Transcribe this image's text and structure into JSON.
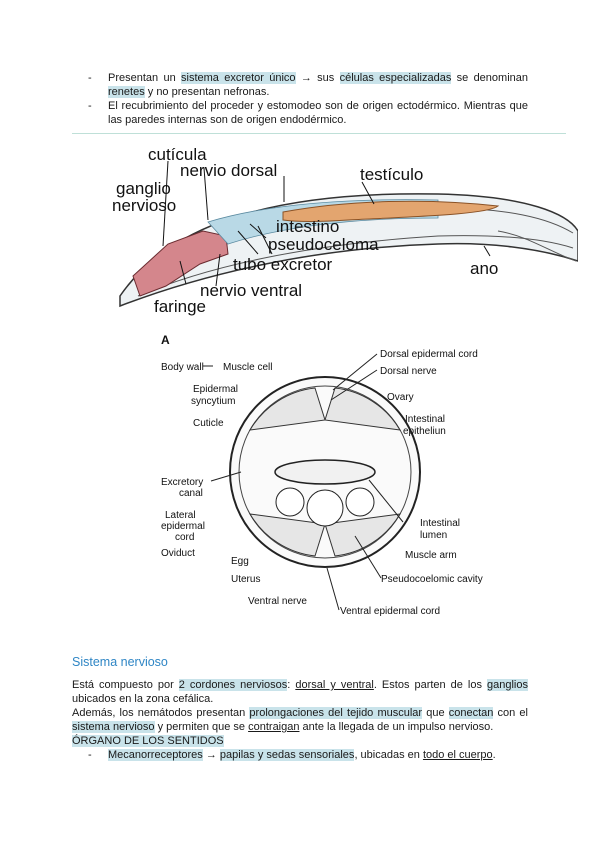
{
  "bullets_top": [
    {
      "parts": [
        {
          "t": "Presentan un ",
          "hl": false
        },
        {
          "t": "sistema excretor único",
          "hl": true
        },
        {
          "t": " → sus ",
          "hl": false
        },
        {
          "t": "células especializadas",
          "hl": true
        },
        {
          "t": " se denominan ",
          "hl": false
        },
        {
          "t": "renetes",
          "hl": true
        },
        {
          "t": " y no presentan nefronas.",
          "hl": false
        }
      ]
    },
    {
      "parts": [
        {
          "t": "El recubrimiento del proceder y estomodeo son de origen ectodérmico. Mientras que las paredes internas son de origen endodérmico.",
          "hl": false
        }
      ]
    }
  ],
  "figure1": {
    "labels": {
      "cuticula": "cutícula",
      "nervio_dorsal": "nervio dorsal",
      "ganglio": "ganglio",
      "nervioso": "nervioso",
      "testiculo": "testículo",
      "intestino": "intestino",
      "pseudoceloma": "pseudoceloma",
      "tubo_excretor": "tubo excretor",
      "ano": "ano",
      "nervio_ventral": "nervio ventral",
      "faringe": "faringe"
    }
  },
  "figure2": {
    "panel": "A",
    "left_labels": {
      "body_wall": "Body wall",
      "muscle_cell": "Muscle cell",
      "epidermal": "Epidermal",
      "syncytium": "syncytium",
      "cuticle": "Cuticle",
      "excretory": "Excretory",
      "canal": "canal",
      "lateral": "Lateral",
      "epidermal2": "epidermal",
      "cord": "cord",
      "oviduct": "Oviduct",
      "egg": "Egg",
      "uterus": "Uterus",
      "ventral_nerve": "Ventral nerve"
    },
    "right_labels": {
      "dorsal_cord": "Dorsal epidermal cord",
      "dorsal_nerve": "Dorsal nerve",
      "ovary": "Ovary",
      "intestinal": "Intestinal",
      "epithelium": "epitheliun",
      "intestinal2": "Intestinal",
      "lumen": "lumen",
      "muscle_arm": "Muscle arm",
      "pseudocoelomic": "Pseudocoelomic cavity",
      "ventral_cord": "Ventral epidermal cord"
    }
  },
  "section_title": "Sistema nervioso",
  "paragraph1": [
    {
      "t": "Está compuesto por ",
      "s": ""
    },
    {
      "t": "2 cordones nerviosos",
      "s": "hl"
    },
    {
      "t": ": ",
      "s": ""
    },
    {
      "t": "dorsal y ventral",
      "s": "u"
    },
    {
      "t": ". Estos parten de los ",
      "s": ""
    },
    {
      "t": "ganglios",
      "s": "hl"
    },
    {
      "t": " ubicados en la zona cefálica.",
      "s": ""
    }
  ],
  "paragraph2": [
    {
      "t": "Además, los nemátodos presentan ",
      "s": ""
    },
    {
      "t": "prolongaciones del tejido muscular",
      "s": "hl"
    },
    {
      "t": " que ",
      "s": ""
    },
    {
      "t": "conectan",
      "s": "hl"
    },
    {
      "t": " con el ",
      "s": ""
    },
    {
      "t": "sistema nervioso",
      "s": "hl"
    },
    {
      "t": " y permiten que se ",
      "s": ""
    },
    {
      "t": "contraigan",
      "s": "u"
    },
    {
      "t": " ante la llegada de un impulso nervioso.",
      "s": ""
    }
  ],
  "organ_heading": "ÓRGANO DE LOS SENTIDOS",
  "bullet_bottom": [
    {
      "t": "Mecanorreceptores",
      "s": "hl"
    },
    {
      "t": " → ",
      "s": ""
    },
    {
      "t": "papilas y sedas sensoriales",
      "s": "hl"
    },
    {
      "t": ", ubicadas en ",
      "s": ""
    },
    {
      "t": "todo el cuerpo",
      "s": "u"
    },
    {
      "t": ".",
      "s": ""
    }
  ]
}
